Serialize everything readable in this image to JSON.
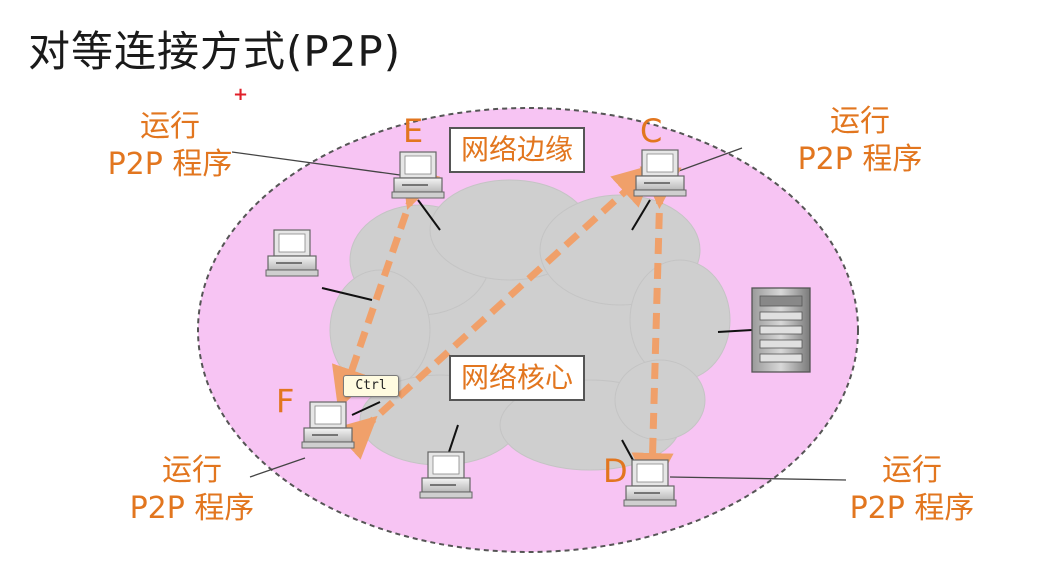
{
  "title": "对等连接方式(P2P)",
  "labels": {
    "edge": "网络边缘",
    "core": "网络核心"
  },
  "nodes": {
    "E": "E",
    "C": "C",
    "F": "F",
    "D": "D"
  },
  "run_program": {
    "line1": "运行",
    "line2": "P2P 程序"
  },
  "tooltip": "Ctrl",
  "colors": {
    "ellipse_fill": "#f7c4f3",
    "cloud_fill": "#cfcfcf",
    "label_orange": "#e2761f",
    "arrow_orange": "#f0a06a"
  }
}
